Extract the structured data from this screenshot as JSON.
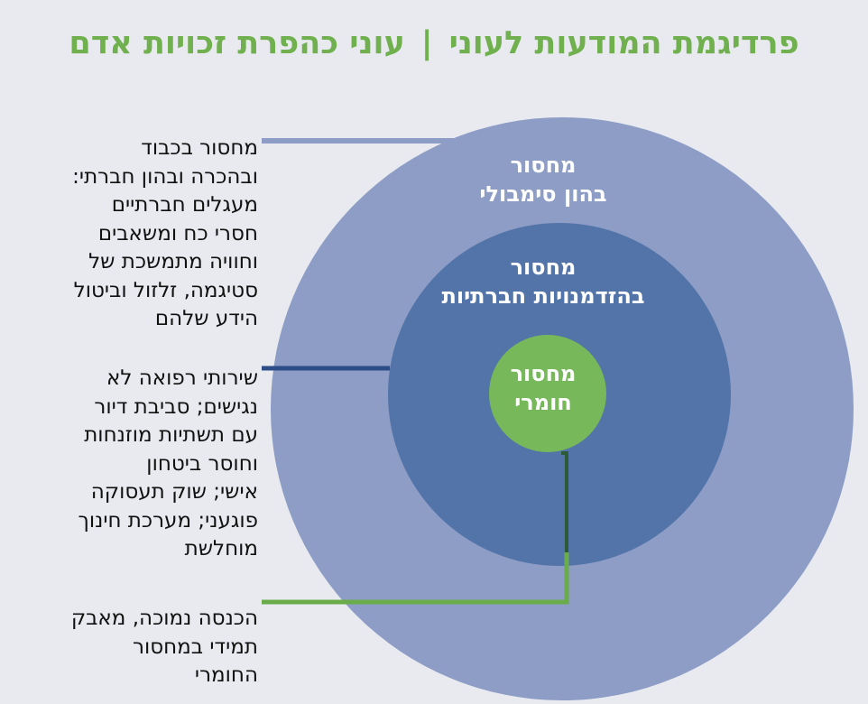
{
  "title": {
    "left": "פרדיגמת המודעות לעוני",
    "separator": "|",
    "right": "עוני כהפרת זכויות אדם"
  },
  "circles": {
    "symbolic": {
      "lines": [
        "מחסור",
        "בהון סימבולי"
      ],
      "color": "#8d9dc6"
    },
    "opportunities": {
      "lines": [
        "מחסור",
        "בהזדמנויות חברתיות"
      ],
      "color": "#5374a9"
    },
    "material": {
      "lines": [
        "מחסור",
        "חומרי"
      ],
      "color": "#76b85a"
    }
  },
  "annotations": {
    "symbolic": {
      "lines": [
        "מחסור בכבוד",
        "ובהכרה ובהון חברתי:",
        "מעגלים חברתיים",
        "חסרי כח ומשאבים",
        "וחוויה מתמשכת של",
        "סטיגמה, זלזול וביטול",
        "הידע שלהם"
      ],
      "connector_color": "#8d9dc6"
    },
    "opportunities": {
      "lines": [
        "שירותי רפואה לא",
        "נגישים; סביבת דיור",
        "עם תשתיות מוזנחות",
        "וחוסר ביטחון",
        "אישי; שוק תעסוקה",
        "פוגעני; מערכת חינוך",
        "מוחלשת"
      ],
      "connector_color": "#2c4d88"
    },
    "material": {
      "lines": [
        "הכנסה נמוכה, מאבק",
        "תמידי במחסור",
        "החומרי"
      ],
      "connector_color": "#6aab4a"
    }
  },
  "colors": {
    "background": "#e8eaef",
    "title": "#70b04e",
    "text": "#111111",
    "circle_text": "#ffffff",
    "material_inner_connector": "#2d5b3a"
  }
}
